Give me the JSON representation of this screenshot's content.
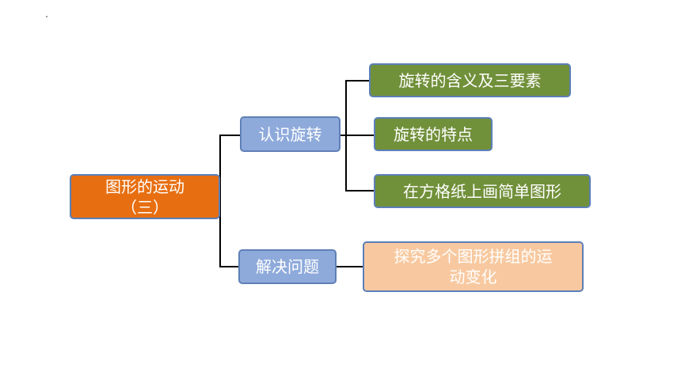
{
  "root": {
    "line1": "图形的运动",
    "line2": "（三）"
  },
  "branches": [
    {
      "label": "认识旋转",
      "children": [
        "旋转的含义及三要素",
        "旋转的特点",
        "在方格纸上画简单图形"
      ]
    },
    {
      "label": "解决问题",
      "children_lines": [
        "探究多个图形拼组的运",
        "动变化"
      ]
    }
  ]
}
